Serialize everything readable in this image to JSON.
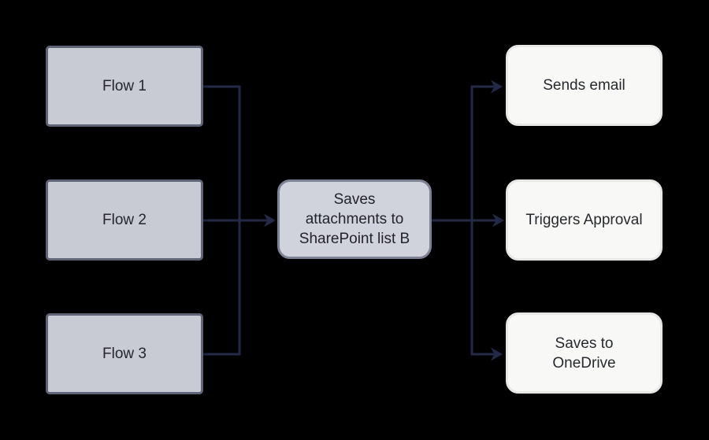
{
  "diagram": {
    "background_color": "#000000",
    "connector_color": "#232a47",
    "source_fill_color": "#c8cbd4",
    "source_border_color": "#5f6476",
    "process_fill_color": "#d0d3db",
    "process_border_color": "#7d8294",
    "output_fill_color": "#f8f8f7",
    "output_border_color": "#e7e7e5",
    "source_nodes": [
      {
        "label": "Flow 1"
      },
      {
        "label": "Flow 2"
      },
      {
        "label": "Flow 3"
      }
    ],
    "process_node": {
      "label": "Saves attachments to SharePoint list B"
    },
    "output_nodes": [
      {
        "label": "Sends email"
      },
      {
        "label": "Triggers Approval"
      },
      {
        "label": "Saves to OneDrive"
      }
    ]
  }
}
